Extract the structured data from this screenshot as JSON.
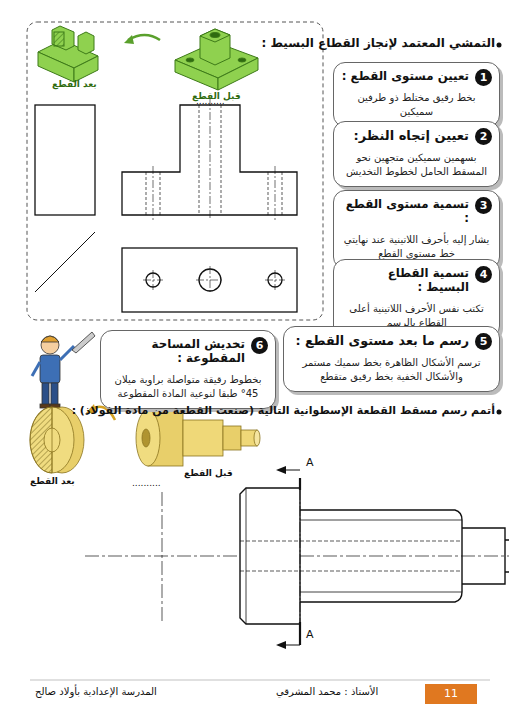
{
  "diagram": {
    "title": "التمشي المعتمد لإنجاز القطاع البسيط :",
    "nodes": [
      {
        "text": [
          "تعيين مستوى القطع :",
          "بخط رقيق مختلط ذو طرفين سميكين"
        ]
      },
      {
        "text": [
          "تعيين إتجاه النظر:",
          "بسهمين سميكين متجهين نحو المسقط الحامل لخطوط التخديش"
        ]
      },
      {
        "text": [
          "تسمية مستوى القطع :",
          "يشار إليه بأحرف اللاتينية عند نهايتي خط مستوى القطع"
        ]
      },
      {
        "text": [
          "تسمية القطاع البسيط :",
          "تكتب نفس الأحرف اللاتينية أعلى القطاع بالرسم"
        ]
      },
      {
        "text": [
          "رسم ما بعد مستوى القطع :",
          "ترسم الأشكال الظاهرة بخط سميك مستمر والأشكال الخفية بخط رقيق متقطع"
        ]
      },
      {
        "text": [
          "تخديش المساحة المقطوعة :",
          "بخطوط رقيقة متواصلة براوية ميلان 45° طبقا لنوعية المادة المقطوعة"
        ]
      }
    ],
    "labels": [
      "بعد القطع",
      "قبل القطع",
      "..........",
      "1",
      "2",
      "3",
      "4",
      "5",
      "6",
      "أتمم رسم مسقط القطعة الإسطوانية التالية (صنعت القطعة من مادة الفولاذ) :",
      "بعد القطع",
      "قبل القطع",
      "..........",
      "A",
      "A",
      "المدرسة الإعدادية بأولاد صالح",
      "الأستاذ : محمد المشرقي",
      "11"
    ]
  }
}
